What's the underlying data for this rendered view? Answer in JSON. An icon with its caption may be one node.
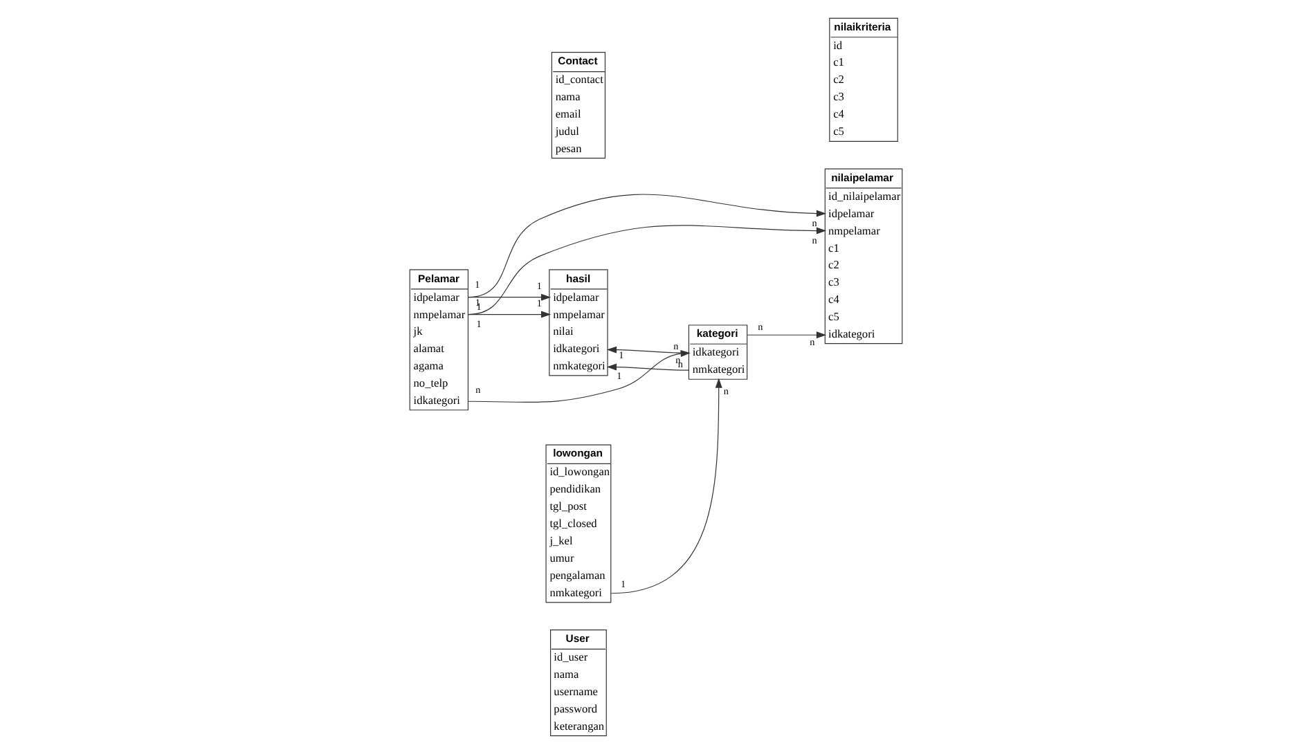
{
  "diagram": {
    "nodes": [
      {
        "text": [
          "User",
          "id_user",
          "nama",
          "username",
          "password",
          "keterangan"
        ]
      },
      {
        "text": [
          "Pelamar",
          "idpelamar",
          "nmpelamar",
          "jk",
          "alamat",
          "agama",
          "no_telp",
          "idkategori"
        ]
      },
      {
        "text": [
          "nilaipelamar",
          "id_nilaipelamar",
          "idpelamar",
          "nmpelamar",
          "c1",
          "c2",
          "c3",
          "c4",
          "c5",
          "idkategori"
        ]
      },
      {
        "text": [
          "Contact",
          "id_contact",
          "nama",
          "email",
          "judul",
          "pesan"
        ]
      },
      {
        "text": [
          "lowongan",
          "id_lowongan",
          "pendidikan",
          "tgl_post",
          "tgl_closed",
          "j_kel",
          "umur",
          "pengalaman",
          "nmkategori"
        ]
      },
      {
        "text": [
          "hasil",
          "idpelamar",
          "nmpelamar",
          "nilai",
          "idkategori",
          "nmkategori"
        ]
      },
      {
        "text": [
          "kategori",
          "idkategori",
          "nmkategori"
        ]
      },
      {
        "text": [
          "nilaikriteria",
          "id",
          "c1",
          "c2",
          "c3",
          "c4",
          "c5"
        ]
      }
    ],
    "edges": [
      {
        "from": 1,
        "to": 2,
        "arrow": "to"
      },
      {
        "from": 1,
        "to": 2,
        "arrow": "to"
      },
      {
        "from": 1,
        "to": 5,
        "arrow": "to"
      },
      {
        "from": 1,
        "to": 5,
        "arrow": "to"
      },
      {
        "from": 1,
        "to": 6,
        "arrow": "to"
      },
      {
        "from": 6,
        "to": 2,
        "arrow": "to"
      },
      {
        "from": 6,
        "to": 5,
        "arrow": "to"
      },
      {
        "from": 6,
        "to": 5,
        "arrow": "to"
      },
      {
        "from": 4,
        "to": 6,
        "arrow": "to"
      }
    ],
    "labels": [
      "1",
      "1",
      "n",
      "n",
      "1",
      "1",
      "1",
      "1",
      "n",
      "n",
      "n",
      "n",
      "n",
      "n",
      "1",
      "1",
      "1",
      "n"
    ]
  }
}
